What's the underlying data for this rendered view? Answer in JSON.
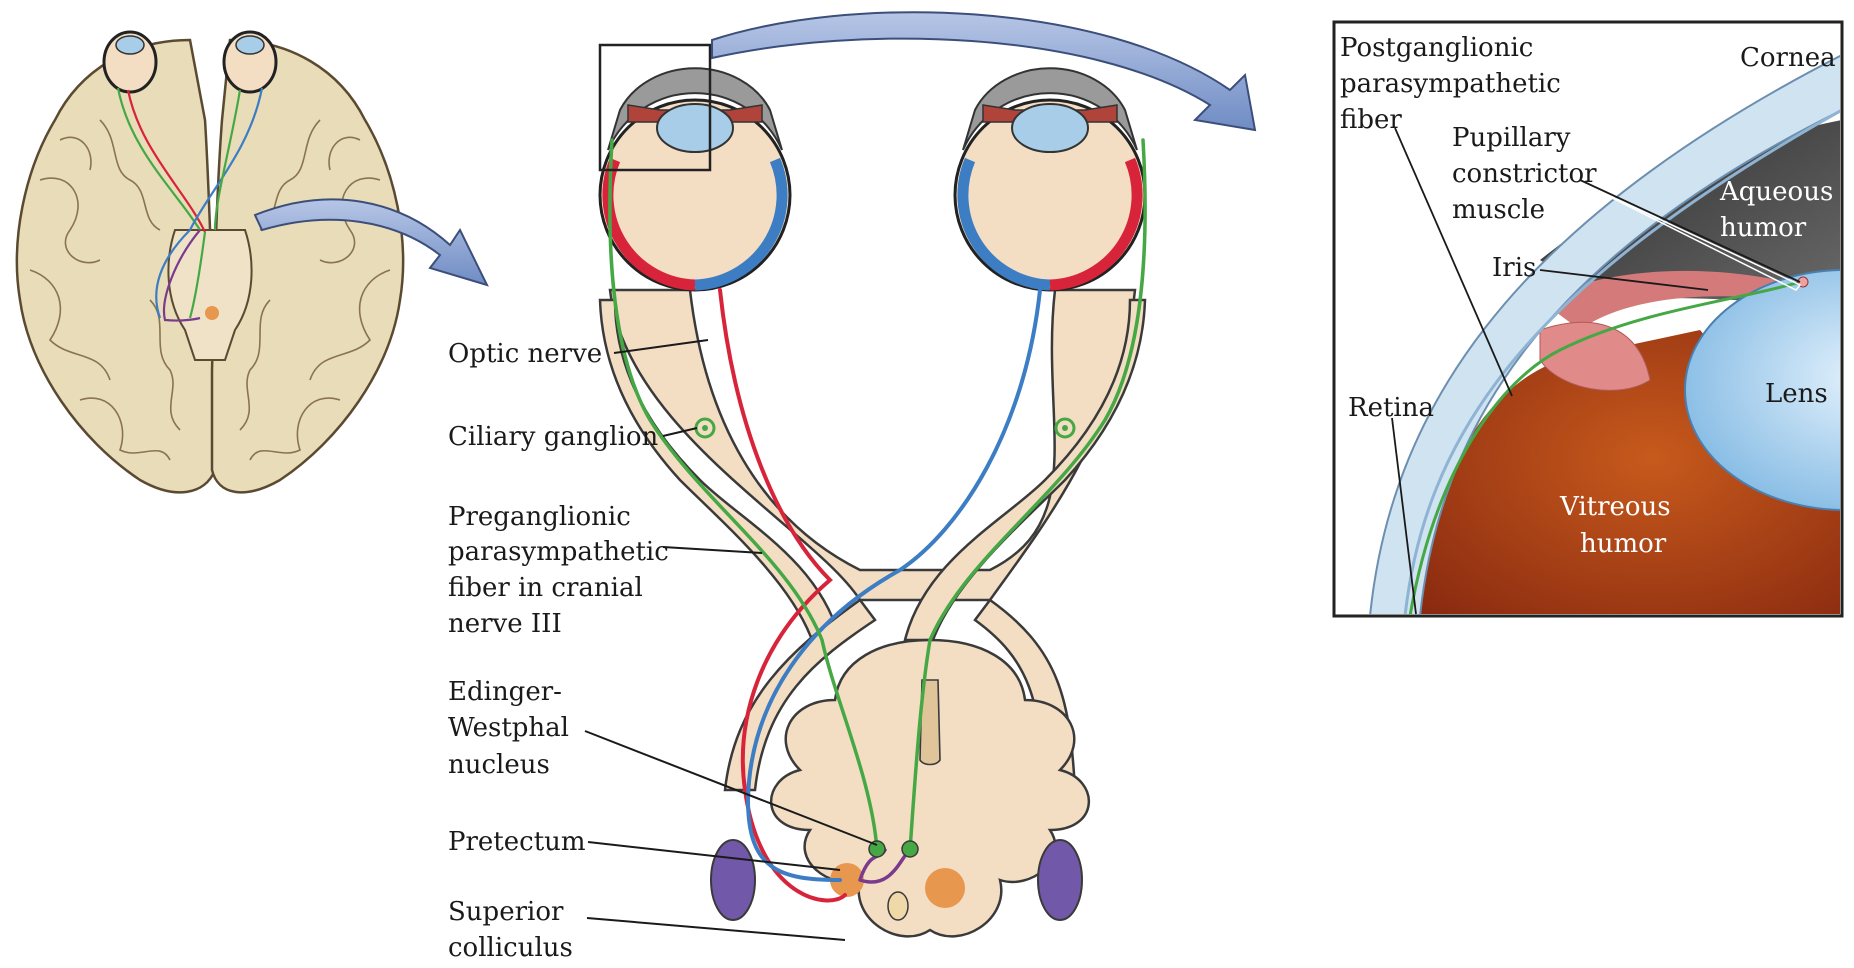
{
  "labels": {
    "optic_nerve": "Optic nerve",
    "ciliary_ganglion": "Ciliary ganglion",
    "preganglionic": [
      "Preganglionic",
      "parasympathetic",
      "fiber in cranial",
      "nerve III"
    ],
    "edinger": [
      "Edinger-",
      "Westphal",
      "nucleus"
    ],
    "pretectum": "Pretectum",
    "superior_colliculus": [
      "Superior",
      "colliculus"
    ]
  },
  "inset_labels": {
    "postganglionic": [
      "Postganglionic",
      "parasympathetic",
      "fiber"
    ],
    "cornea": "Cornea",
    "pupillary": [
      "Pupillary",
      "constrictor",
      "muscle"
    ],
    "aqueous": [
      "Aqueous",
      "humor"
    ],
    "iris": "Iris",
    "lens": "Lens",
    "retina": "Retina",
    "vitreous": [
      "Vitreous",
      "humor"
    ]
  },
  "colors": {
    "tissue": "#f3dec4",
    "outline": "#3a3a3a",
    "green_fiber": "#45a845",
    "red_fiber": "#d8243a",
    "blue_fiber": "#3c7dc4",
    "purple_fiber": "#7a3b8f",
    "colliculus": "#7158a8",
    "pretectum": "#e8974e",
    "arrow": "#8fa6d2",
    "brain": "#e9dcb8"
  }
}
